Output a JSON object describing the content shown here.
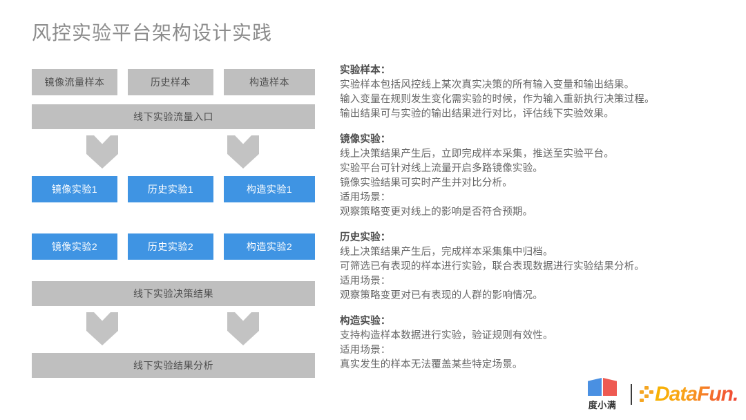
{
  "slide": {
    "title": "风控实验平台架构设计实践"
  },
  "colors": {
    "gray_box": "#bfbfbf",
    "blue_box": "#3f94e3",
    "arrow": "#c3c3c3",
    "title_text": "#8c8c8c",
    "body_text": "#666666",
    "duxiaoman_blue": "#4a90e2",
    "duxiaoman_red": "#ee5a52",
    "datafun_orange": "#f5a623"
  },
  "flowchart": {
    "sample_row": [
      {
        "label": "镜像流量样本"
      },
      {
        "label": "历史样本"
      },
      {
        "label": "构造样本"
      }
    ],
    "entry_bar": {
      "label": "线下实验流量入口"
    },
    "experiment_row_1": [
      {
        "label": "镜像实验1"
      },
      {
        "label": "历史实验1"
      },
      {
        "label": "构造实验1"
      }
    ],
    "experiment_row_2": [
      {
        "label": "镜像实验2"
      },
      {
        "label": "历史实验2"
      },
      {
        "label": "构造实验2"
      }
    ],
    "decision_bar": {
      "label": "线下实验决策结果"
    },
    "analysis_bar": {
      "label": "线下实验结果分析"
    },
    "arrows": [
      {
        "name": "arrow-down-left-top"
      },
      {
        "name": "arrow-down-right-top"
      },
      {
        "name": "arrow-down-left-bottom"
      },
      {
        "name": "arrow-down-right-bottom"
      }
    ]
  },
  "text_panel": {
    "sections": [
      {
        "heading": "实验样本：",
        "lines": [
          "实验样本包括风控线上某次真实决策的所有输入变量和输出结果。",
          "输入变量在规则发生变化需实验的时候，作为输入重新执行决策过程。",
          "输出结果可与实验的输出结果进行对比，评估线下实验效果。"
        ]
      },
      {
        "heading": "镜像实验：",
        "lines": [
          "线上决策结果产生后，立即完成样本采集，推送至实验平台。",
          "实验平台可针对线上流量开启多路镜像实验。",
          "镜像实验结果可实时产生并对比分析。",
          "适用场景：",
          "观察策略变更对线上的影响是否符合预期。"
        ]
      },
      {
        "heading": "历史实验：",
        "lines": [
          "线上决策结果产生后，完成样本采集集中归档。",
          "可筛选已有表现的样本进行实验，联合表现数据进行实验结果分析。",
          "适用场景：",
          "观察策略变更对已有表现的人群的影响情况。"
        ]
      },
      {
        "heading": "构造实验：",
        "lines": [
          "支持构造样本数据进行实验，验证规则有效性。",
          "适用场景：",
          "真实发生的样本无法覆盖某些特定场景。"
        ]
      }
    ]
  },
  "logos": {
    "duxiaoman": {
      "name": "度小满"
    },
    "datafun": {
      "name": "DataFun."
    }
  }
}
